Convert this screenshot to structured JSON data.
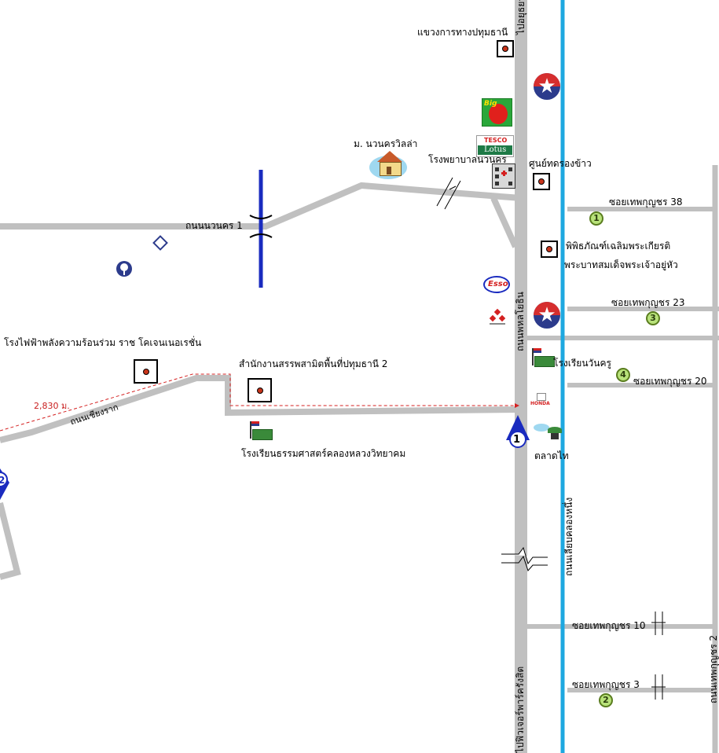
{
  "map": {
    "labels": {
      "highway_office": "แขวงการทางปทุมธานี",
      "to_ayutthaya": "ไปอยุธยา",
      "nawa_villa": "ม. นวนครวิลล่า",
      "nawanakorn_hospital": "โรงพยาบาลนวนคร",
      "khlong_khao_center": "ศูนย์ทดรองข้าว",
      "soi_38": "ซอยเทพกุญชร 38",
      "museum_line1": "พิพิธภัณฑ์เฉลิมพระเกียรติ",
      "museum_line2": "พระบาทสมเด็จพระเจ้าอยู่หัว",
      "nawanakorn_road": "ถนนนวนคร 1",
      "phahon_road": "ถนนพหลโยธิน",
      "soi_23": "ซอยเทพกุญชร 23",
      "power_plant": "โรงไฟฟ้าพลังความร้อนร่วม ราช โคเจนเนอเรชั่น",
      "excise_office": "สำนักงานสรรพสามิตพื้นที่ปทุมธานี 2",
      "wannakru_school": "โรงเรียนวันครู",
      "soi_20": "ซอยเทพกุญชร 20",
      "distance": "2,830 ม.",
      "chiang_rak_road": "ถนนเชียงราก",
      "khlong_luang_school": "โรงเรียนธรรมศาสตร์คลองหลวงวิทยาคม",
      "talad_thai": "ตลาดไท",
      "khlong_nueng_road": "ถนนเลียบคลองหนึ่ง",
      "soi_10": "ซอยเทพกุญชร 10",
      "to_future_park": "ไปฟิวเจอร์พาร์ครังสิต",
      "soi_3": "ซอยเทพกุญชร 3",
      "right_edge_road": "ถนนเทพกุญชร 2"
    },
    "markers": {
      "route_1": "1",
      "route_2": "2",
      "soi_marker_1": "1",
      "soi_marker_2": "2",
      "soi_marker_3": "3",
      "soi_marker_4": "4"
    },
    "brands": {
      "big_c": "Big",
      "tesco_top": "TESCO",
      "tesco_bottom": "Lotus",
      "esso": "Esso",
      "honda": "HONDA"
    },
    "colors": {
      "road": "#c0c0c0",
      "canal": "#1ea8e0",
      "bridge": "#1a2bbf",
      "route_marker": "#1a2bbf",
      "distance_line": "#d42020",
      "soi_marker": "#b8e27a"
    }
  }
}
